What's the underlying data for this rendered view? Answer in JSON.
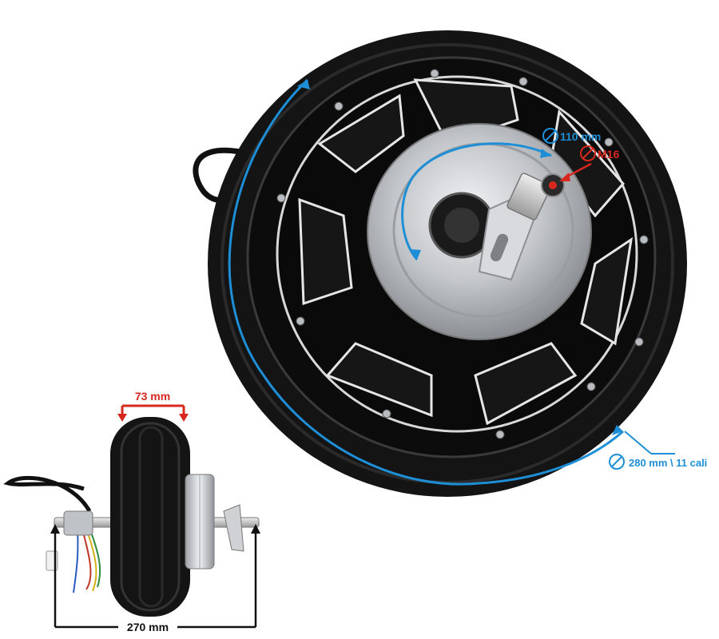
{
  "labels": {
    "hub_diameter": "110 mm",
    "axle_thread": "M16",
    "wheel_diameter": "280 mm \\ 11 cali",
    "tire_width": "73 mm",
    "axle_length": "270 mm"
  },
  "colors": {
    "dimension_blue": "#1e8fd6",
    "dimension_red": "#d8281e",
    "dimension_black": "#111111",
    "tire_black": "#141414",
    "hub_silver": "#c9ccd0",
    "wire_red": "#c0392b",
    "wire_yellow": "#d4b11c",
    "wire_green": "#2e8b3a",
    "wire_blue": "#2a5bbf"
  },
  "icons": {
    "diameter_symbol": "diameter-icon"
  }
}
